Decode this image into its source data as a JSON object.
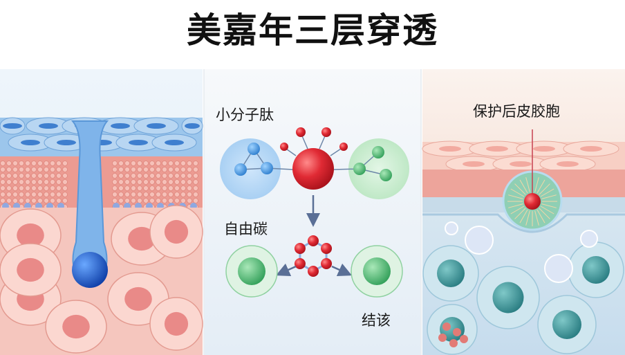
{
  "title": "美嘉年三层穿透",
  "middle_panel": {
    "label_peptide": "小分子肽",
    "label_carbon": "自由碳",
    "label_bind": "结该"
  },
  "right_panel": {
    "label_protect": "保护后皮胶胞"
  },
  "colors": {
    "red": "#d9232e",
    "blue": "#3d8fd6",
    "green": "#4fb870",
    "skin_pink": "#f4a9a0",
    "teal": "#3c9a9e"
  }
}
